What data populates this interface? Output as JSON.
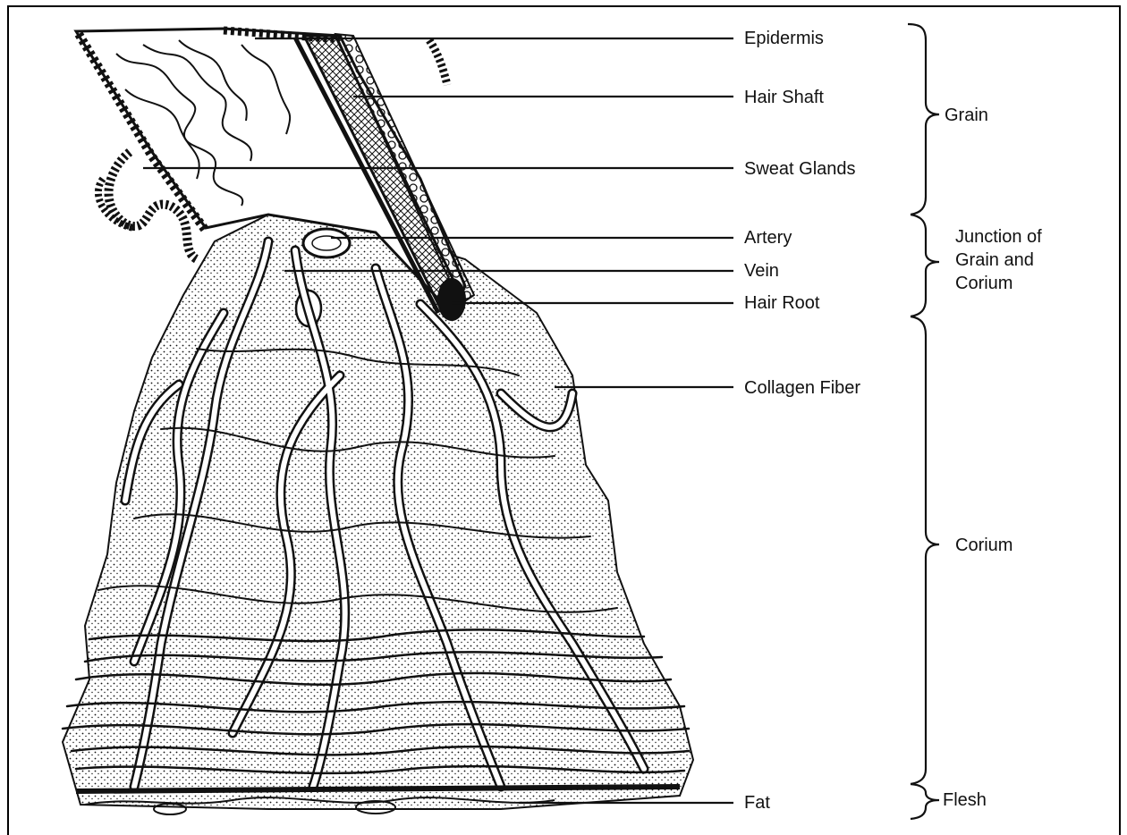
{
  "labels": {
    "epidermis": "Epidermis",
    "hair_shaft": "Hair Shaft",
    "sweat_glands": "Sweat Glands",
    "artery": "Artery",
    "vein": "Vein",
    "hair_root": "Hair Root",
    "collagen_fiber": "Collagen Fiber",
    "fat": "Fat"
  },
  "regions": {
    "grain": "Grain",
    "junction_line1": "Junction of",
    "junction_line2": "Grain and",
    "junction_line3": "Corium",
    "corium": "Corium",
    "flesh": "Flesh"
  },
  "colors": {
    "ink": "#111111",
    "paper": "#ffffff"
  }
}
